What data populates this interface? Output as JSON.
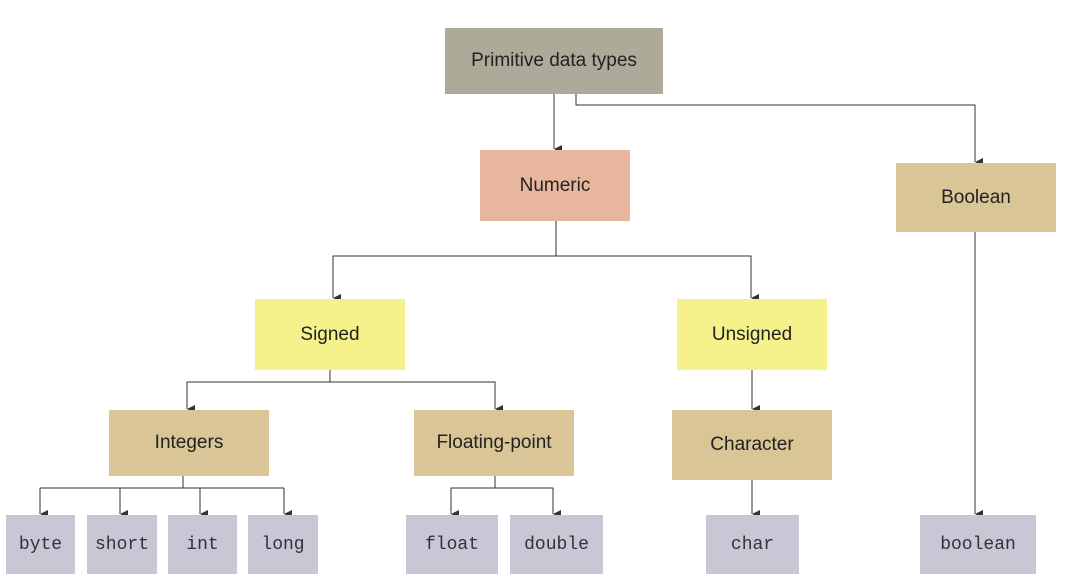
{
  "diagram": {
    "root": {
      "label": "Primitive data types",
      "color": "#adaa9a"
    },
    "numeric": {
      "label": "Numeric",
      "color": "#e8b59d"
    },
    "boolean_group": {
      "label": "Boolean",
      "color": "#d9c596"
    },
    "signed": {
      "label": "Signed",
      "color": "#f5f28c"
    },
    "unsigned": {
      "label": "Unsigned",
      "color": "#f5f28c"
    },
    "integers": {
      "label": "Integers",
      "color": "#d9c596"
    },
    "floating_point": {
      "label": "Floating-point",
      "color": "#d9c596"
    },
    "character": {
      "label": "Character",
      "color": "#d9c596"
    },
    "leaves": {
      "byte": "byte",
      "short": "short",
      "int": "int",
      "long": "long",
      "float": "float",
      "double": "double",
      "char": "char",
      "boolean": "boolean",
      "color": "#c9c6d6"
    }
  }
}
